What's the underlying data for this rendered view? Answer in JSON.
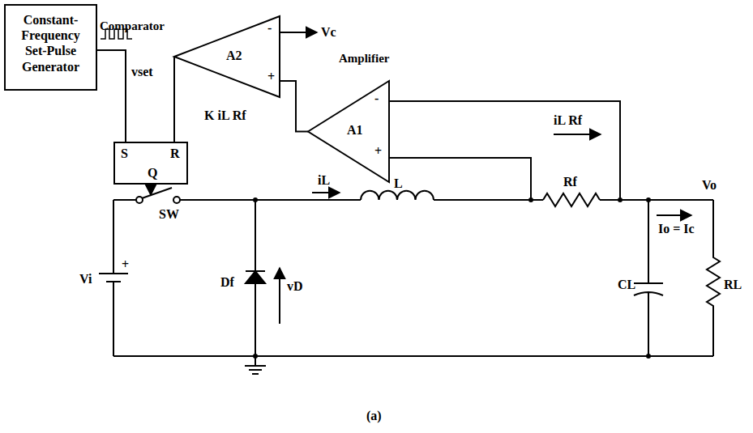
{
  "diagram": {
    "nodes": [
      {
        "text": [
          "Constant- Frequency Set-Pulse Generator"
        ]
      },
      {
        "text": [
          "S",
          "R",
          "Q"
        ]
      },
      {
        "text": [
          "Comparator",
          "A2"
        ]
      },
      {
        "text": [
          "Amplifier",
          "A1"
        ]
      }
    ],
    "edges": [
      {
        "from": 0,
        "to": 1,
        "arrow": "none",
        "label": "vset"
      },
      {
        "from": 2,
        "to": 1,
        "arrow": "none"
      },
      {
        "from": 3,
        "to": 2,
        "arrow": "none",
        "label": "K iL Rf"
      }
    ],
    "labels": [
      "-",
      "+",
      "Vc",
      "-",
      "+",
      "iL Rf",
      "SW",
      "Df",
      "vD",
      "iL",
      "L",
      "Rf",
      "CL",
      "Io = Ic",
      "Vo",
      "RL",
      "Vi",
      "+",
      "(a)"
    ]
  }
}
